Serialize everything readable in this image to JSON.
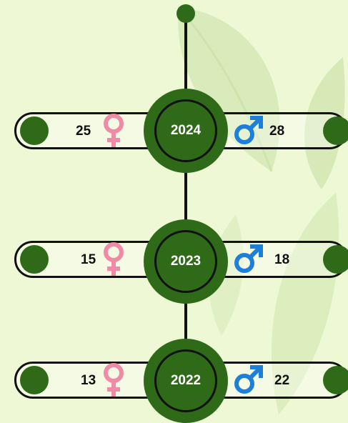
{
  "timeline": {
    "entries": [
      {
        "year": "2024",
        "female": "25",
        "male": "28"
      },
      {
        "year": "2023",
        "female": "15",
        "male": "18"
      },
      {
        "year": "2022",
        "female": "13",
        "male": "22"
      }
    ]
  },
  "icons": {
    "female": "female-symbol-icon",
    "male": "male-symbol-icon"
  },
  "colors": {
    "background": "#eef8d4",
    "dark_green": "#2f6a19",
    "line": "#111111",
    "female": "#f08aa6",
    "male": "#1e7fd8"
  }
}
